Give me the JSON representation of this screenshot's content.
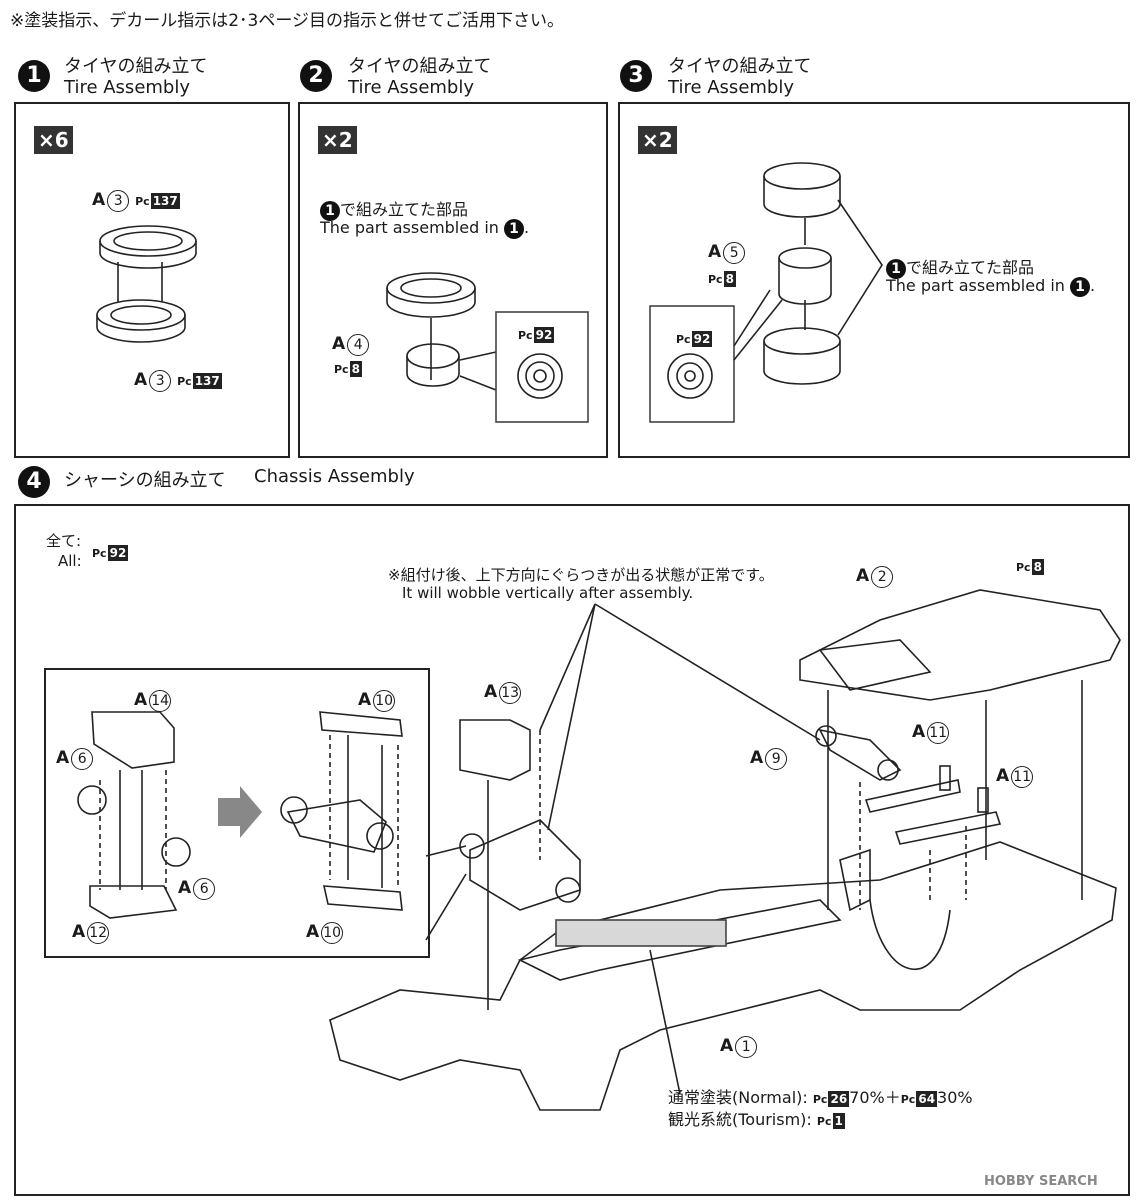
{
  "top_note": "※塗装指示、デカール指示は2･3ページ目の指示と併せてご活用下さい。",
  "steps": [
    {
      "num": "1",
      "jp": "タイヤの組み立て",
      "en": "Tire Assembly",
      "mult": "×6"
    },
    {
      "num": "2",
      "jp": "タイヤの組み立て",
      "en": "Tire Assembly",
      "mult": "×2"
    },
    {
      "num": "3",
      "jp": "タイヤの組み立て",
      "en": "Tire Assembly",
      "mult": "×2"
    },
    {
      "num": "4",
      "jp": "シャーシの組み立て",
      "en": "Chassis Assembly"
    }
  ],
  "labels": {
    "A": "A",
    "pc": "Pc",
    "n1": "1",
    "n2": "2",
    "n3": "3",
    "n4": "4",
    "n5": "5",
    "n6": "6",
    "n9": "9",
    "n10": "10",
    "n11": "11",
    "n12": "12",
    "n13": "13",
    "n14": "14",
    "c137": "137",
    "c8": "8",
    "c92": "92",
    "c26": "26",
    "c64": "64",
    "c1": "1"
  },
  "panel2": {
    "jp": "で組み立てた部品",
    "en": "The part assembled in",
    "ref": "1"
  },
  "panel3": {
    "jp": "で組み立てた部品",
    "en": "The part assembled in",
    "ref": "1"
  },
  "all_jp": "全て:",
  "all_en": "All:",
  "wobble_jp": "※組付け後、上下方向にぐらつきが出る状態が正常です。",
  "wobble_en": "It will wobble vertically after assembly.",
  "normal_label": "通常塗装(Normal):",
  "normal_mix_a": "70%＋",
  "normal_mix_b": "30%",
  "tourism_label": "観光系統(Tourism):",
  "watermark": "HOBBY SEARCH"
}
